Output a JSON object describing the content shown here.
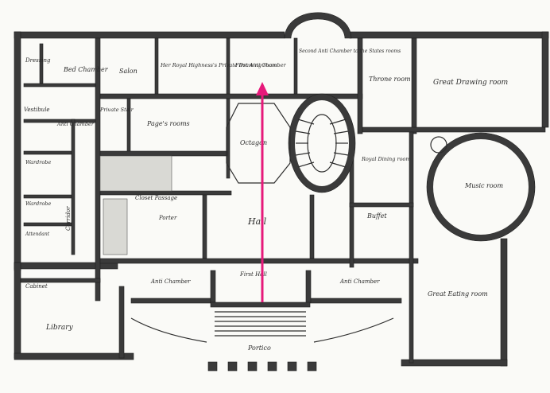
{
  "colors": {
    "paper": "#fafaf7",
    "ink": "#2b2b2b",
    "arrow": "#e6197a"
  },
  "rooms": {
    "dressing": "Dressing",
    "bed_chamber": "Bed Chamber",
    "salon": "Salon",
    "princess_drawing": "Her Royal Highness's Private Drawing room",
    "first_anti": "First Anti Chamber",
    "second_anti": "Second Anti Chamber to the States rooms",
    "throne": "Throne room",
    "great_drawing": "Great Drawing room",
    "vestibule": "Vestibule",
    "anti_chamber_left": "Anti Chamber",
    "private_stair": "Private Stair",
    "pages_rooms": "Page's rooms",
    "octagon": "Octagon",
    "royal_dining": "Royal Dining room",
    "music": "Music room",
    "wardrobe_1": "Wardrobe",
    "wardrobe_2": "Wardrobe",
    "attendant": "Attendant",
    "corridor": "Corridor",
    "closet_passage": "Closet Passage",
    "porter": "Porter",
    "hall": "Hall",
    "buffet": "Buffet",
    "cabinet": "Cabinet",
    "anti_chamber_lower_left": "Anti Chamber",
    "first_hall": "First Hall",
    "anti_chamber_lower_right": "Anti Chamber",
    "great_eating": "Great Eating room",
    "library": "Library",
    "portico": "Portico"
  }
}
